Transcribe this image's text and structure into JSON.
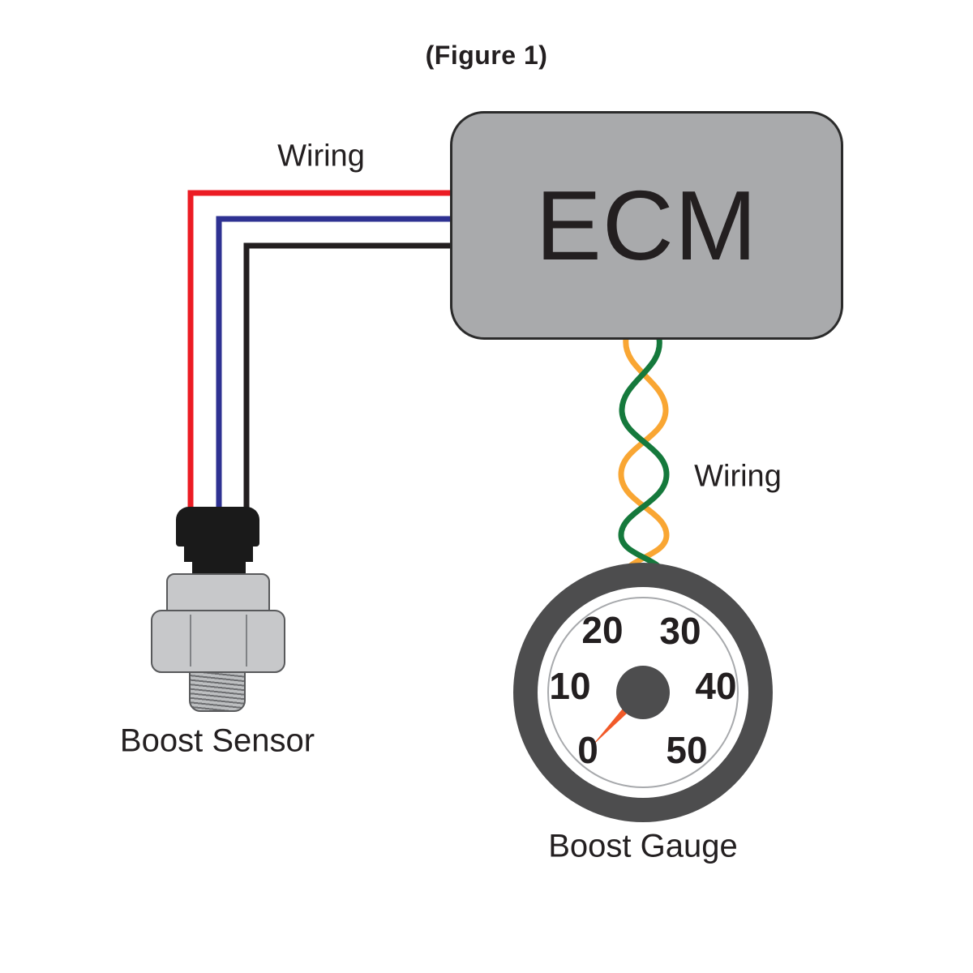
{
  "title": "(Figure 1)",
  "labels": {
    "wiring_top": "Wiring",
    "wiring_right": "Wiring"
  },
  "ecm": {
    "label": "ECM"
  },
  "sensor": {
    "caption": "Boost Sensor"
  },
  "gauge": {
    "caption": "Boost Gauge",
    "dial_labels": [
      "20",
      "30",
      "10",
      "40",
      "0",
      "50"
    ],
    "needle_points_to": "0"
  },
  "wires": {
    "sensor_to_ecm": [
      "red",
      "blue",
      "black"
    ],
    "ecm_to_gauge_twisted_pair": [
      "orange",
      "green"
    ]
  },
  "colors": {
    "wire_red": "#EC1C24",
    "wire_blue": "#2E3192",
    "wire_black": "#231F20",
    "wire_orange": "#F9A633",
    "wire_green": "#15793C",
    "ecm_fill": "#A9AAAC",
    "gauge_ring": "#4D4D4E",
    "needle": "#F15A29",
    "sensor_gray": "#C7C8CA",
    "connector_black": "#1A1A1A"
  }
}
